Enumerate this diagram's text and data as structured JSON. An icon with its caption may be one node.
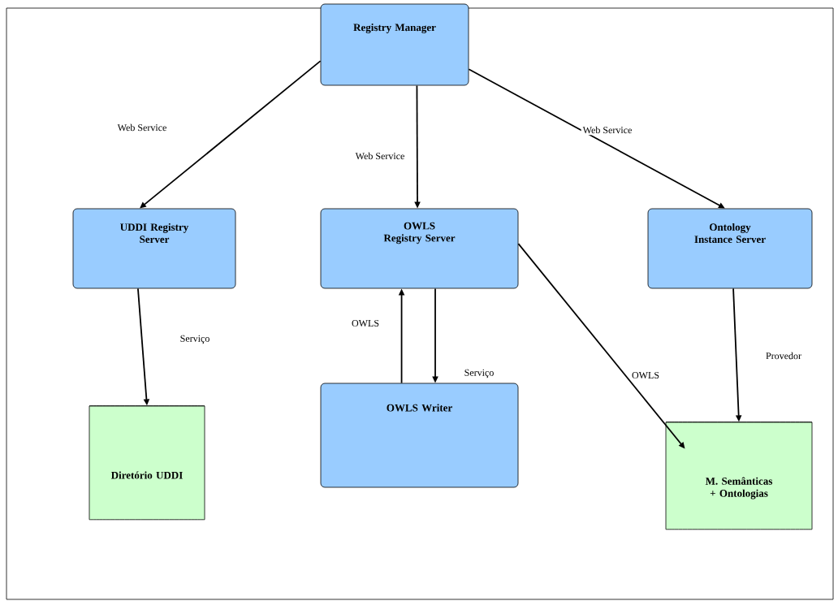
{
  "diagram": {
    "nodes": [
      {
        "text": [
          "Registry Manager"
        ]
      },
      {
        "text": [
          "UDDI Registry Server"
        ]
      },
      {
        "text": [
          "OWLS Registry Server"
        ]
      },
      {
        "text": [
          "Ontology Instance Server"
        ]
      },
      {
        "text": [
          "OWLS Writer"
        ]
      },
      {
        "text": [
          "Diretório UDDI"
        ]
      },
      {
        "text": [
          "M. Semânticas + Ontologias"
        ]
      }
    ],
    "edges": [
      {
        "from": 0,
        "to": 1,
        "arrow": "to",
        "label": "Web Service"
      },
      {
        "from": 0,
        "to": 2,
        "arrow": "to",
        "label": "Web Service"
      },
      {
        "from": 0,
        "to": 3,
        "arrow": "to",
        "label": "Web Service"
      },
      {
        "from": 1,
        "to": 5,
        "arrow": "to",
        "label": "Serviço"
      },
      {
        "from": 4,
        "to": 2,
        "arrow": "to",
        "label": "OWLS"
      },
      {
        "from": 2,
        "to": 4,
        "arrow": "to",
        "label": "Serviço"
      },
      {
        "from": 2,
        "to": 6,
        "arrow": "to",
        "label": "OWLS"
      },
      {
        "from": 3,
        "to": 6,
        "arrow": "to",
        "label": "Provedor"
      }
    ]
  }
}
